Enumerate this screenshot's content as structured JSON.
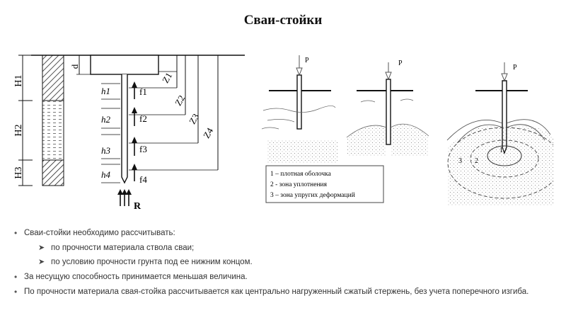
{
  "title": "Сваи-стойки",
  "left_diagram": {
    "layer_labels": [
      "H1",
      "H2",
      "H3"
    ],
    "depth_labels": [
      "Z1",
      "Z2",
      "Z3",
      "Z4"
    ],
    "segment_labels": [
      "h1",
      "h2",
      "h3",
      "h4"
    ],
    "force_labels": [
      "f1",
      "f2",
      "f3",
      "f4"
    ],
    "d_label": "d",
    "reaction_label": "R"
  },
  "right_diagram": {
    "load_label": "P",
    "zone_numbers": [
      "1",
      "2",
      "3"
    ],
    "legend": [
      "1 – плотная оболочка",
      "2 - зона уплотнения",
      "3 – зона упругих деформаций"
    ]
  },
  "bullets": {
    "b1": "Сваи-стойки необходимо рассчитывать:",
    "b1_sub1": "по прочности материала ствола сваи;",
    "b1_sub2": "по условию прочности грунта под ее нижним концом.",
    "b2": "За несущую способность принимается меньшая величина.",
    "b3": "По прочности материала свая-стойка рассчитывается как центрально нагруженный сжатый стержень, без учета поперечного изгиба."
  },
  "icons": {
    "sub_bullet": "arrow-right-icon"
  }
}
